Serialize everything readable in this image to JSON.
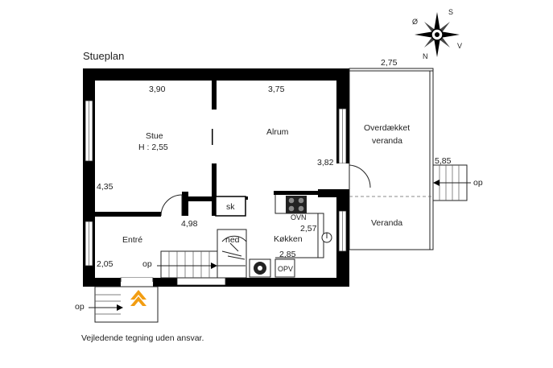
{
  "plan": {
    "title": "Stueplan",
    "disclaimer": "Vejledende tegning uden ansvar.",
    "compass": {
      "north": "N",
      "south": "S",
      "east": "Ø",
      "west": "V"
    },
    "rooms": {
      "stue": "Stue",
      "stue_height": "H : 2,55",
      "alrum": "Alrum",
      "veranda_covered_line1": "Overdækket",
      "veranda_covered_line2": "veranda",
      "veranda": "Veranda",
      "entre": "Entré",
      "kokken": "Køkken",
      "sk": "sk",
      "ned": "ned",
      "ovn": "OVN",
      "opv": "OPV"
    },
    "stairs": {
      "op_inside": "op",
      "op_veranda": "op",
      "op_entry": "op"
    },
    "dimensions": {
      "stue_width": "3,90",
      "alrum_width": "3,75",
      "veranda_width": "2,75",
      "stue_depth": "4,35",
      "alrum_depth": "3,82",
      "veranda_depth": "5,85",
      "hall_width": "4,98",
      "kitchen_depth": "2,57",
      "kitchen_width": "2,85",
      "entre_depth": "2,05"
    }
  }
}
